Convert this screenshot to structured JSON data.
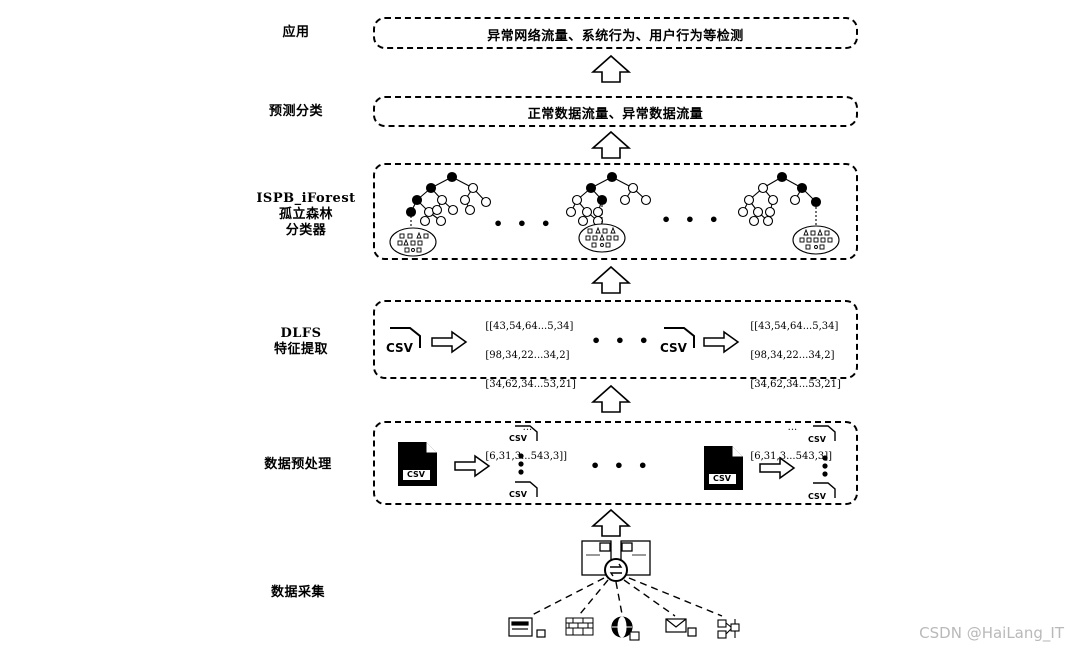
{
  "stages": {
    "application": {
      "label": "应用",
      "box_text": "异常网络流量、系统行为、用户行为等检测"
    },
    "prediction": {
      "label": "预测分类",
      "box_text": "正常数据流量、异常数据流量"
    },
    "classifier": {
      "label_line1": "ISPB_iForest",
      "label_line2": "孤立森林",
      "label_line3": "分类器"
    },
    "feature_extraction": {
      "label_line1": "DLFS",
      "label_line2": "特征提取",
      "csv_label": "CSV",
      "matrix_rows": [
        "[[43,54,64...5,34]",
        "[98,34,22...34,2]",
        "[34,62,34...53,21]",
        "...",
        "[6,31,3...543,3]]"
      ]
    },
    "preprocessing": {
      "label": "数据预处理",
      "csv_label": "CSV",
      "small_csv_label": "CSV"
    },
    "collection": {
      "label": "数据采集"
    }
  },
  "ellipsis": "• • •",
  "watermark": "CSDN @HaiLang_IT",
  "colors": {
    "line": "#000000",
    "fill": "#ffffff",
    "node_filled": "#000000",
    "watermark": "#b9b9b9"
  }
}
